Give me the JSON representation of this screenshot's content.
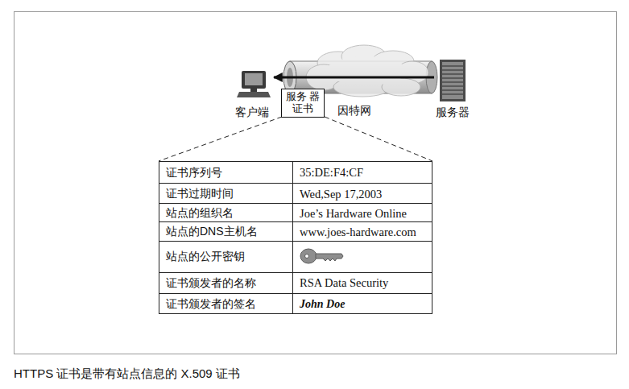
{
  "diagram": {
    "caption": "HTTPS 证书是带有站点信息的 X.509 证书",
    "nodes": [
      {
        "text": [
          "客户端"
        ]
      },
      {
        "text": [
          "服务 器证书"
        ]
      },
      {
        "text": [
          "服务器"
        ]
      }
    ],
    "edges": [
      {
        "from": 2,
        "to": 0,
        "arrow": "to"
      }
    ],
    "labels": [
      "因特网",
      "证书序列号",
      "35:DE:F4:CF",
      "证书过期时间",
      "Wed,Sep 17,2003",
      "站点的组织名",
      "Joe’s Hardware Online",
      "站点的DNS主机名",
      "www.joes-hardware.com",
      "站点的公开密钥",
      "证书颁发者的名称",
      "RSA Data Security",
      "证书颁发者的签名",
      "John Doe"
    ]
  }
}
